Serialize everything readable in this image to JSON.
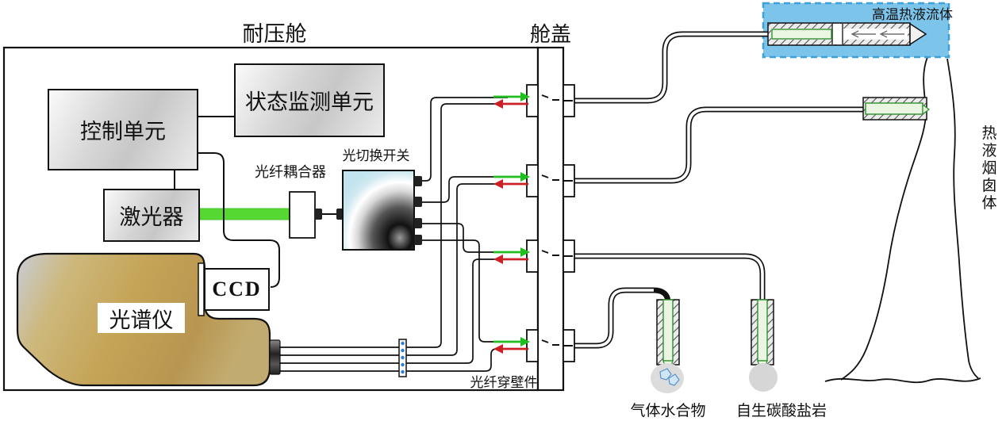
{
  "diagram": {
    "titles": {
      "pressure_cabin": "耐压舱",
      "cabin_cover": "舱盖"
    },
    "units": {
      "control": "控制单元",
      "status_monitor": "状态监测单元",
      "laser": "激光器",
      "spectrometer": "光谱仪",
      "ccd": "CCD"
    },
    "optics": {
      "fiber_coupler": "光纤耦合器",
      "optical_switch": "光切换开关",
      "fiber_penetrator": "光纤穿壁件"
    },
    "environment": {
      "hot_fluid": "高温热液流体",
      "chimney": "热液烟囱体",
      "gas_hydrate": "气体水合物",
      "carbonate": "自生碳酸盐岩"
    },
    "colors": {
      "laser_beam": "#56d832",
      "outgoing_arrow": "#1fbf1f",
      "return_arrow": "#cb2026",
      "seawater": "#7cc4ea",
      "spectrometer_body": "#c5a457"
    }
  }
}
